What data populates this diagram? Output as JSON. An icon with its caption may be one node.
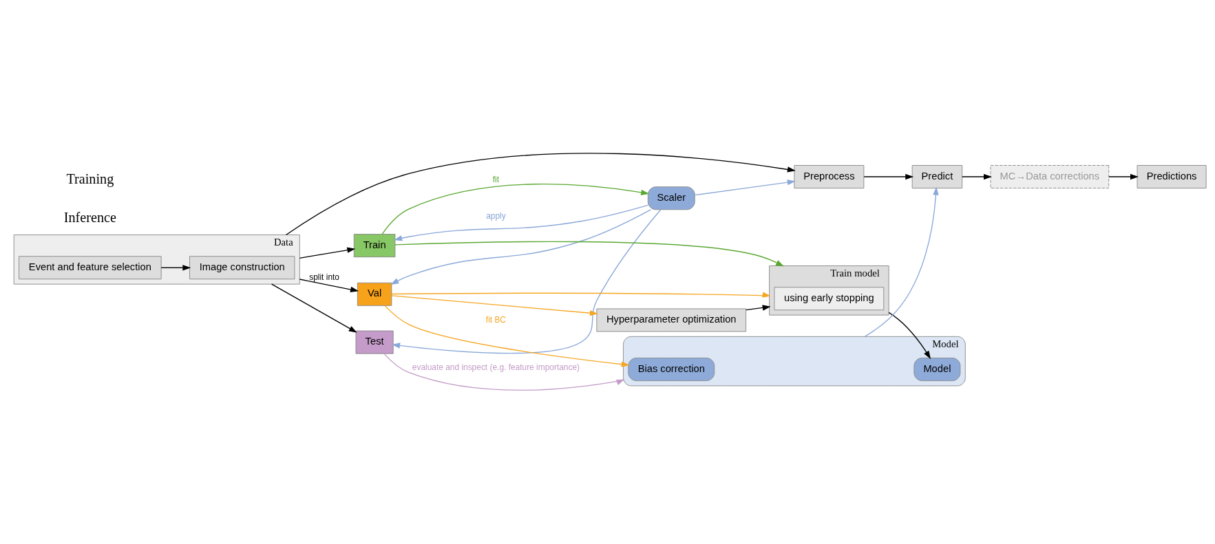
{
  "diagram": {
    "nodes": [
      {
        "text": [
          "Preprocess"
        ]
      },
      {
        "text": [
          "Predict"
        ]
      },
      {
        "text": [
          "MC→Data corrections"
        ]
      },
      {
        "text": [
          "Predictions"
        ]
      },
      {
        "text": [
          "Data"
        ]
      },
      {
        "text": [
          "Event and feature selection"
        ],
        "in": 4
      },
      {
        "text": [
          "Image construction"
        ],
        "in": 4
      },
      {
        "text": [
          "Scaler"
        ]
      },
      {
        "text": [
          "Hyperparameter optimization"
        ]
      },
      {
        "text": [
          "Train"
        ]
      },
      {
        "text": [
          "Val"
        ]
      },
      {
        "text": [
          "Test"
        ]
      },
      {
        "text": [
          "Train model"
        ]
      },
      {
        "text": [
          "using early stopping"
        ],
        "in": 12
      },
      {
        "text": [
          "Model"
        ]
      },
      {
        "text": [
          "Model"
        ],
        "in": 14
      },
      {
        "text": [
          "Bias correction"
        ],
        "in": 14
      }
    ],
    "edges": [
      {
        "from": 4,
        "to": 0,
        "arrow": "to"
      },
      {
        "from": 0,
        "to": 1,
        "arrow": "to"
      },
      {
        "from": 1,
        "to": 2,
        "arrow": "to"
      },
      {
        "from": 2,
        "to": 3,
        "arrow": "to"
      },
      {
        "from": 5,
        "to": 6,
        "arrow": "to"
      },
      {
        "from": 4,
        "to": 9,
        "arrow": "to"
      },
      {
        "from": 4,
        "to": 10,
        "arrow": "to",
        "label": "split into"
      },
      {
        "from": 4,
        "to": 11,
        "arrow": "to"
      },
      {
        "from": 9,
        "to": 7,
        "arrow": "to",
        "label": "fit",
        "color": "#5aa832"
      },
      {
        "from": 7,
        "to": 0,
        "arrow": "to",
        "color": "#8aa8d8"
      },
      {
        "from": 7,
        "to": 9,
        "arrow": "to",
        "label": "apply",
        "color": "#8aa8d8"
      },
      {
        "from": 7,
        "to": 10,
        "arrow": "to",
        "color": "#8aa8d8"
      },
      {
        "from": 7,
        "to": 11,
        "arrow": "to",
        "color": "#8aa8d8"
      },
      {
        "from": 9,
        "to": 12,
        "arrow": "to",
        "color": "#5aa832"
      },
      {
        "from": 10,
        "to": 12,
        "arrow": "to",
        "color": "#f5a623"
      },
      {
        "from": 10,
        "to": 16,
        "arrow": "to",
        "label": "fit BC",
        "color": "#f5a623"
      },
      {
        "from": 10,
        "to": 8,
        "arrow": "to",
        "color": "#f5a623"
      },
      {
        "from": 8,
        "to": 12,
        "arrow": "to"
      },
      {
        "from": 12,
        "to": 15,
        "arrow": "to"
      },
      {
        "from": 14,
        "to": 1,
        "arrow": "to",
        "color": "#8aa8d8"
      },
      {
        "from": 11,
        "to": 14,
        "arrow": "to",
        "label": "evaluate and inspect (e.g. feature importance)",
        "color": "#c49cc8"
      }
    ],
    "labels": [
      "Inference",
      "Training"
    ]
  }
}
